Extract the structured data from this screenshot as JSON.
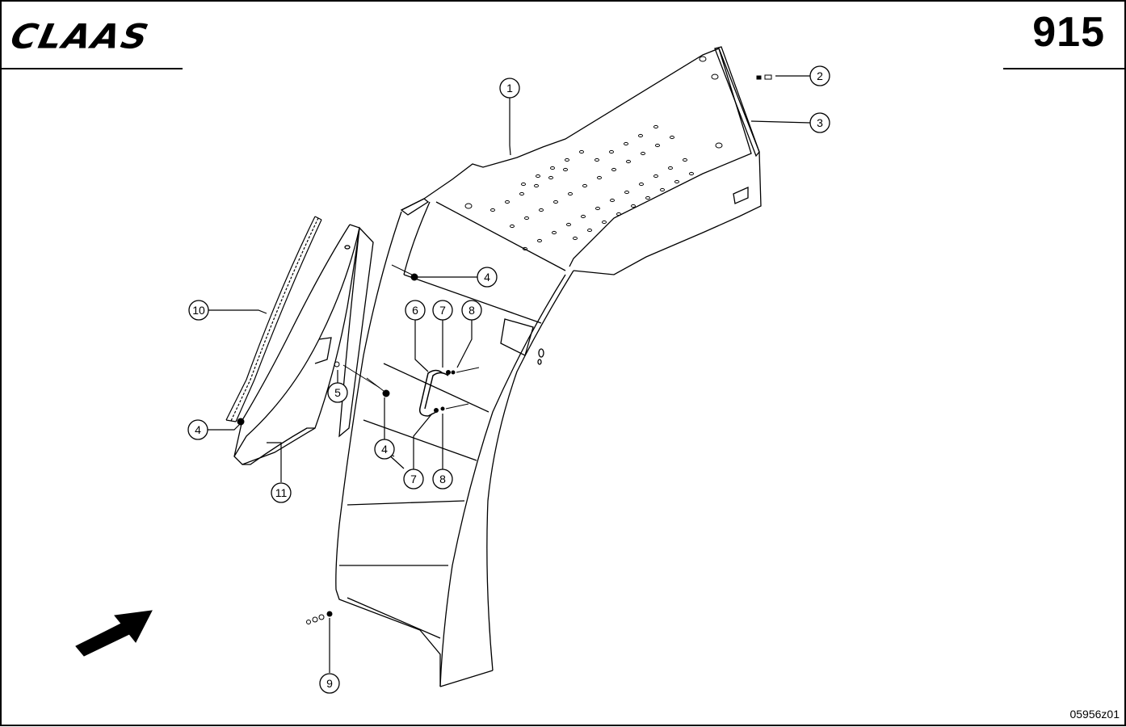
{
  "header": {
    "brand": "CLAAS",
    "page_number": "915"
  },
  "footer": {
    "drawing_code": "05956z01"
  },
  "callouts": [
    "1",
    "2",
    "3",
    "4",
    "4",
    "4",
    "5",
    "6",
    "7",
    "8",
    "7",
    "8",
    "9",
    "10",
    "11"
  ],
  "colors": {
    "line": "#000000",
    "background": "#ffffff"
  }
}
